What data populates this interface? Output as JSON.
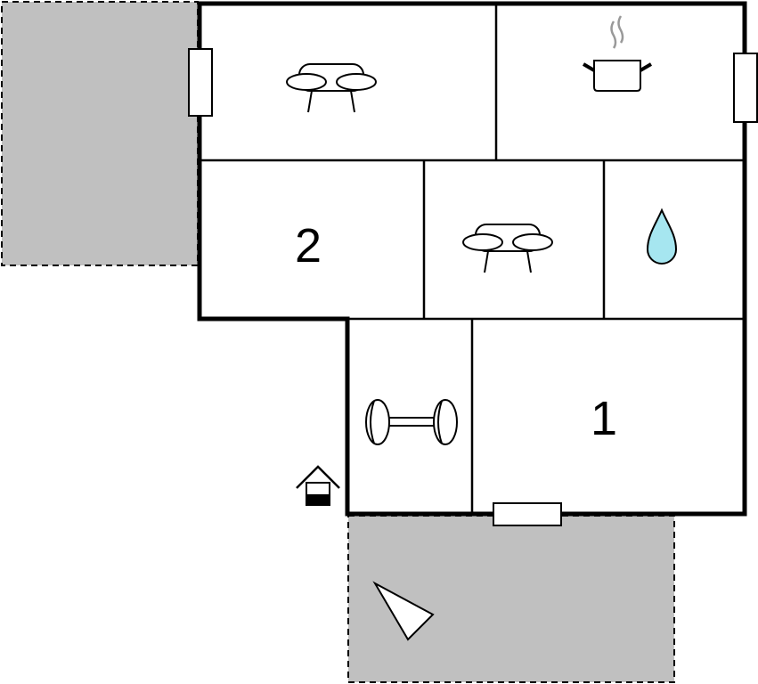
{
  "floorplan": {
    "rooms": [
      {
        "id": "bedroom-2",
        "label": "2"
      },
      {
        "id": "bedroom-1",
        "label": "1"
      }
    ],
    "icons": [
      "sofa-icon",
      "cooking-pot-icon",
      "sofa-icon",
      "water-drop-icon",
      "dumbbell-icon",
      "entrance-house-icon",
      "north-arrow-icon"
    ],
    "colors": {
      "wall": "#000000",
      "terrace": "#c0c0c0",
      "water": "#a6e6f0",
      "steam": "#999999"
    }
  }
}
